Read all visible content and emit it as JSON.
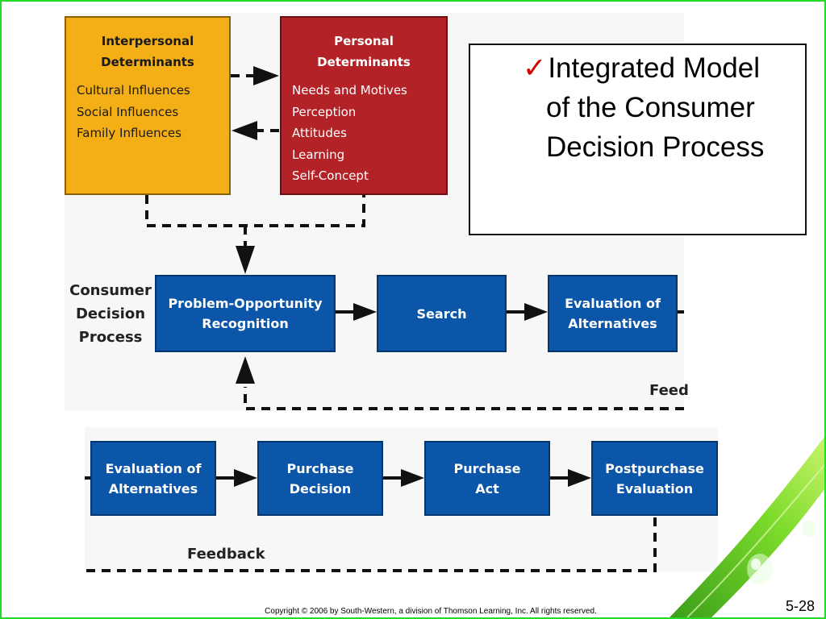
{
  "slide": {
    "heading_lines": [
      "Integrated Model",
      "of the Consumer",
      "Decision Process"
    ],
    "copyright": "Copyright © 2006 by South-Western, a division of Thomson Learning, Inc. All rights reserved.",
    "page_number": "5-28"
  },
  "determinants": {
    "interpersonal": {
      "title_lines": [
        "Interpersonal",
        "Determinants"
      ],
      "items": [
        "Cultural Influences",
        "Social Influences",
        "Family Influences"
      ]
    },
    "personal": {
      "title_lines": [
        "Personal",
        "Determinants"
      ],
      "items": [
        "Needs and Motives",
        "Perception",
        "Attitudes",
        "Learning",
        "Self-Concept"
      ]
    }
  },
  "process_top": {
    "label_lines": [
      "Consumer",
      "Decision",
      "Process"
    ],
    "steps": [
      {
        "lines": [
          "Problem-Opportunity",
          "Recognition"
        ]
      },
      {
        "lines": [
          "Search"
        ]
      },
      {
        "lines": [
          "Evaluation of",
          "Alternatives"
        ]
      }
    ],
    "feedback_label": "Feed"
  },
  "process_bottom": {
    "steps": [
      {
        "lines": [
          "Evaluation of",
          "Alternatives"
        ]
      },
      {
        "lines": [
          "Purchase",
          "Decision"
        ]
      },
      {
        "lines": [
          "Purchase",
          "Act"
        ]
      },
      {
        "lines": [
          "Postpurchase",
          "Evaluation"
        ]
      }
    ],
    "feedback_label": "Feedback"
  },
  "colors": {
    "step_blue": "#0b56a8",
    "interpersonal_yellow": "#f4ae16",
    "personal_red": "#b32227",
    "checkmark_red": "#d40000",
    "slide_border_green": "#22dd22"
  }
}
